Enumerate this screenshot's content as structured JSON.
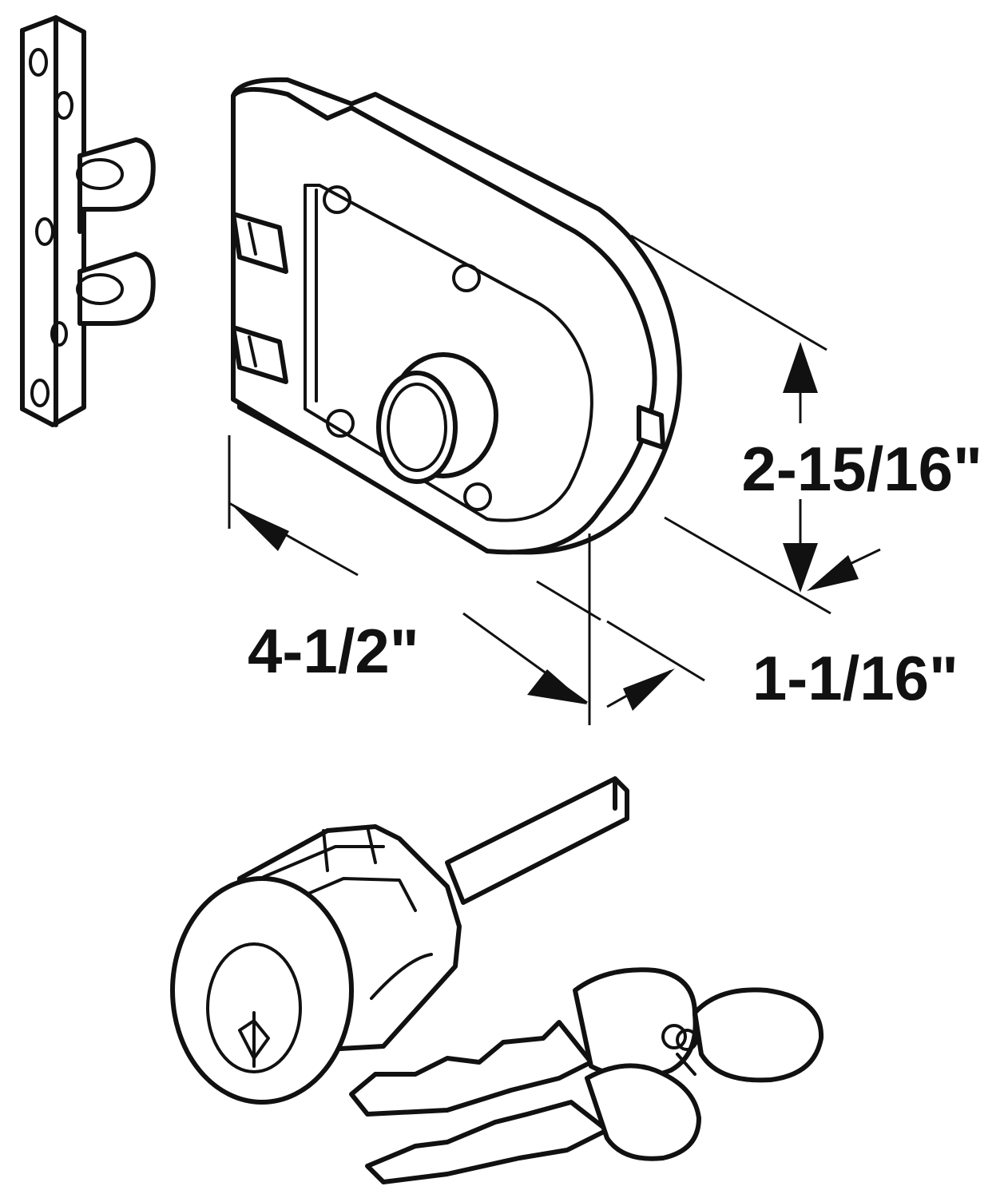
{
  "dimensions": {
    "height": "2-15/16\"",
    "width": "4-1/2\"",
    "depth": "1-1/16\""
  },
  "icons": {
    "strike_plate": "strike-plate-icon",
    "deadbolt_lock": "deadbolt-lock-body-icon",
    "lock_cylinder": "lock-cylinder-icon",
    "keys": "key-pair-icon"
  },
  "colors": {
    "line": "#111111",
    "background": "#ffffff"
  }
}
